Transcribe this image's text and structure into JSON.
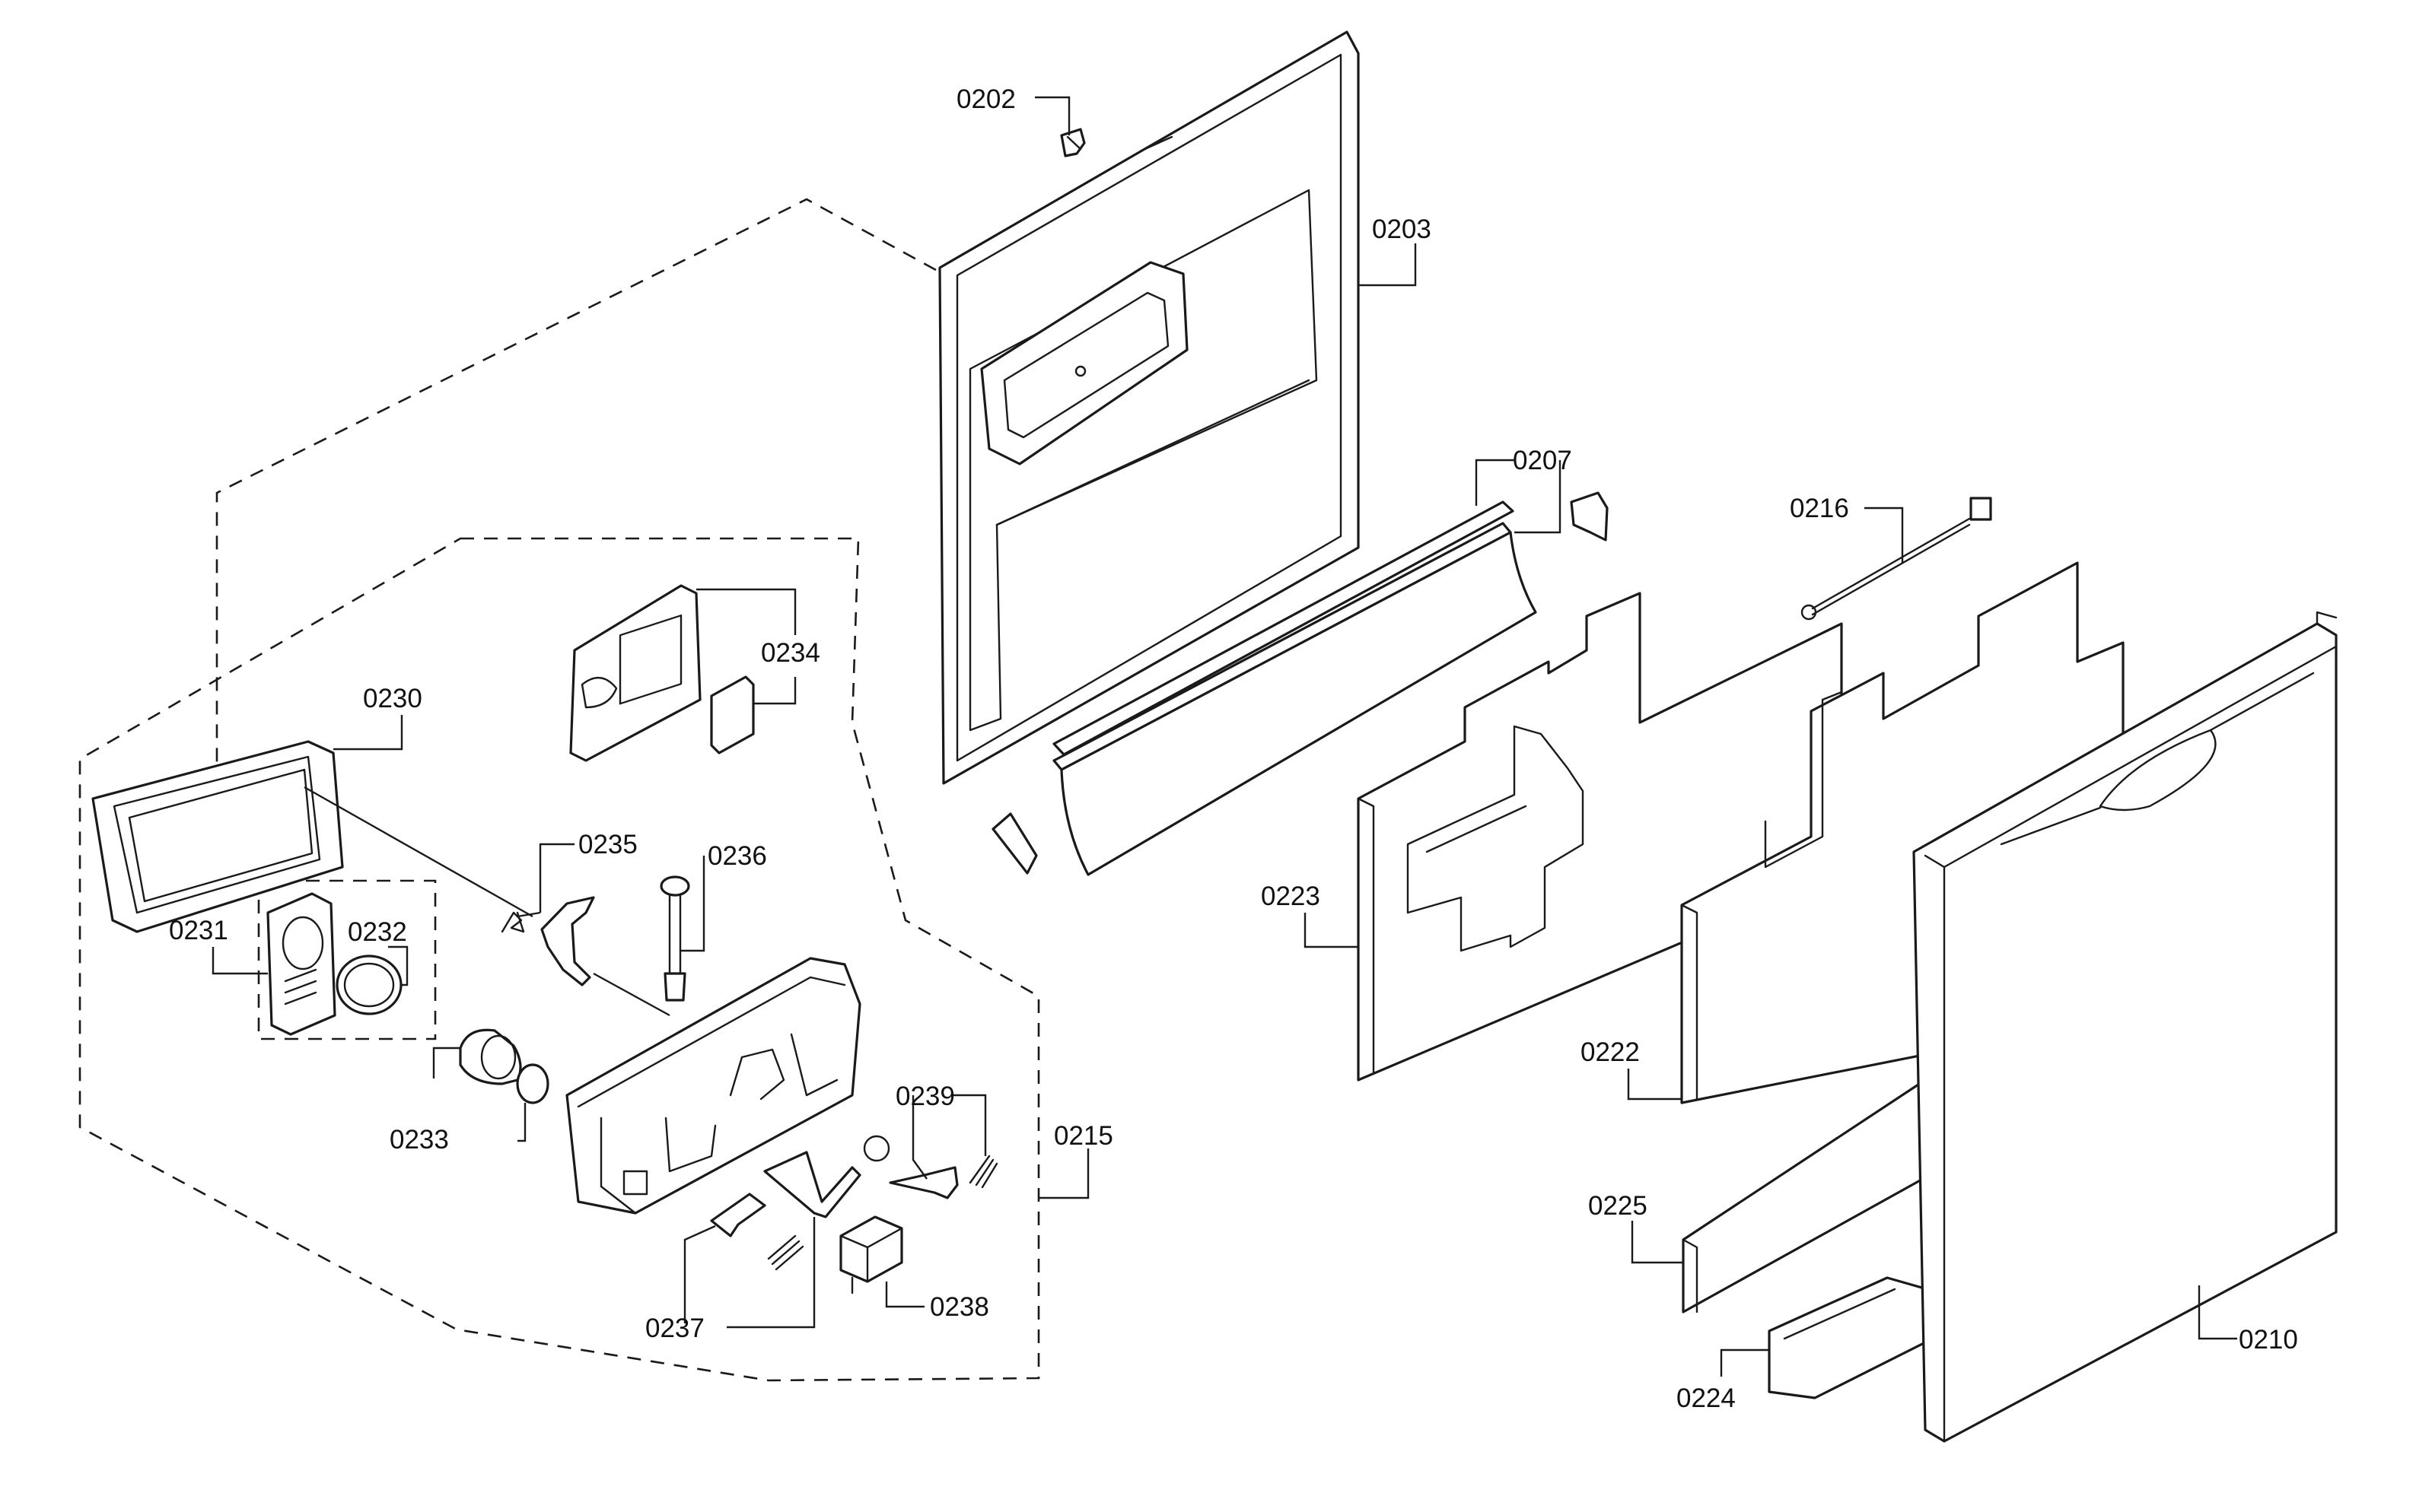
{
  "labels": {
    "p0202": "0202",
    "p0203": "0203",
    "p0207": "0207",
    "p0210": "0210",
    "p0215": "0215",
    "p0216": "0216",
    "p0222": "0222",
    "p0223": "0223",
    "p0224": "0224",
    "p0225": "0225",
    "p0230": "0230",
    "p0231": "0231",
    "p0232": "0232",
    "p0233": "0233",
    "p0234": "0234",
    "p0235": "0235",
    "p0236": "0236",
    "p0237": "0237",
    "p0238": "0238",
    "p0239": "0239"
  },
  "colors": {
    "line": "#1a1a1a",
    "text": "#111111",
    "background": "#ffffff"
  }
}
